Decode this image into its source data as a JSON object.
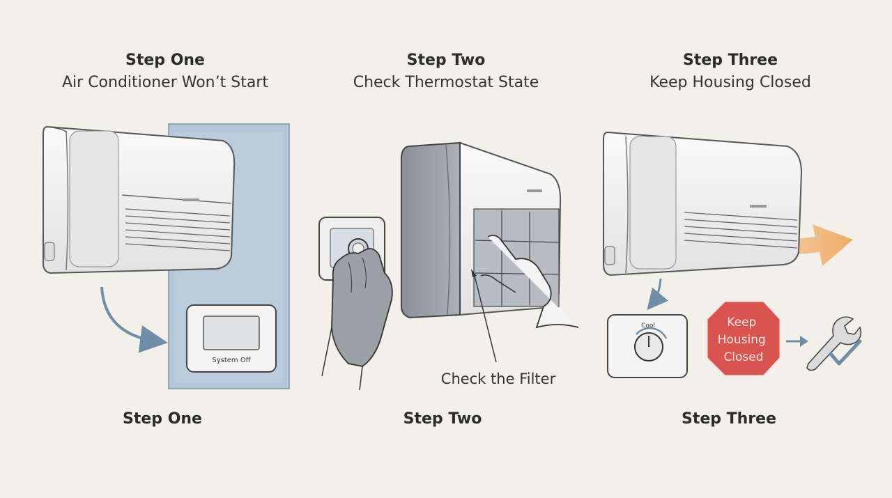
{
  "steps": [
    {
      "title": "Step One",
      "subtitle": "Air Conditioner Won’t Start",
      "footer": "Step One"
    },
    {
      "title": "Step Two",
      "subtitle": "Check Thermostat State",
      "footer": "Step Two"
    },
    {
      "title": "Step Three",
      "subtitle": "Keep Housing Closed",
      "footer": "Step Three"
    }
  ],
  "panel1": {
    "thermostat_text": "System Off"
  },
  "panel2": {
    "callout": "Check the Filter"
  },
  "panel3": {
    "thermostat_text": "Cool",
    "stop_sign": [
      "Keep",
      "Housing",
      "Closed"
    ]
  },
  "colors": {
    "background": "#f2f0e8",
    "wall_blue": "#b3c7d8",
    "arrow_blue": "#6f8ea8",
    "stop_red": "#d9534f",
    "airflow_orange": "#f0b070"
  }
}
